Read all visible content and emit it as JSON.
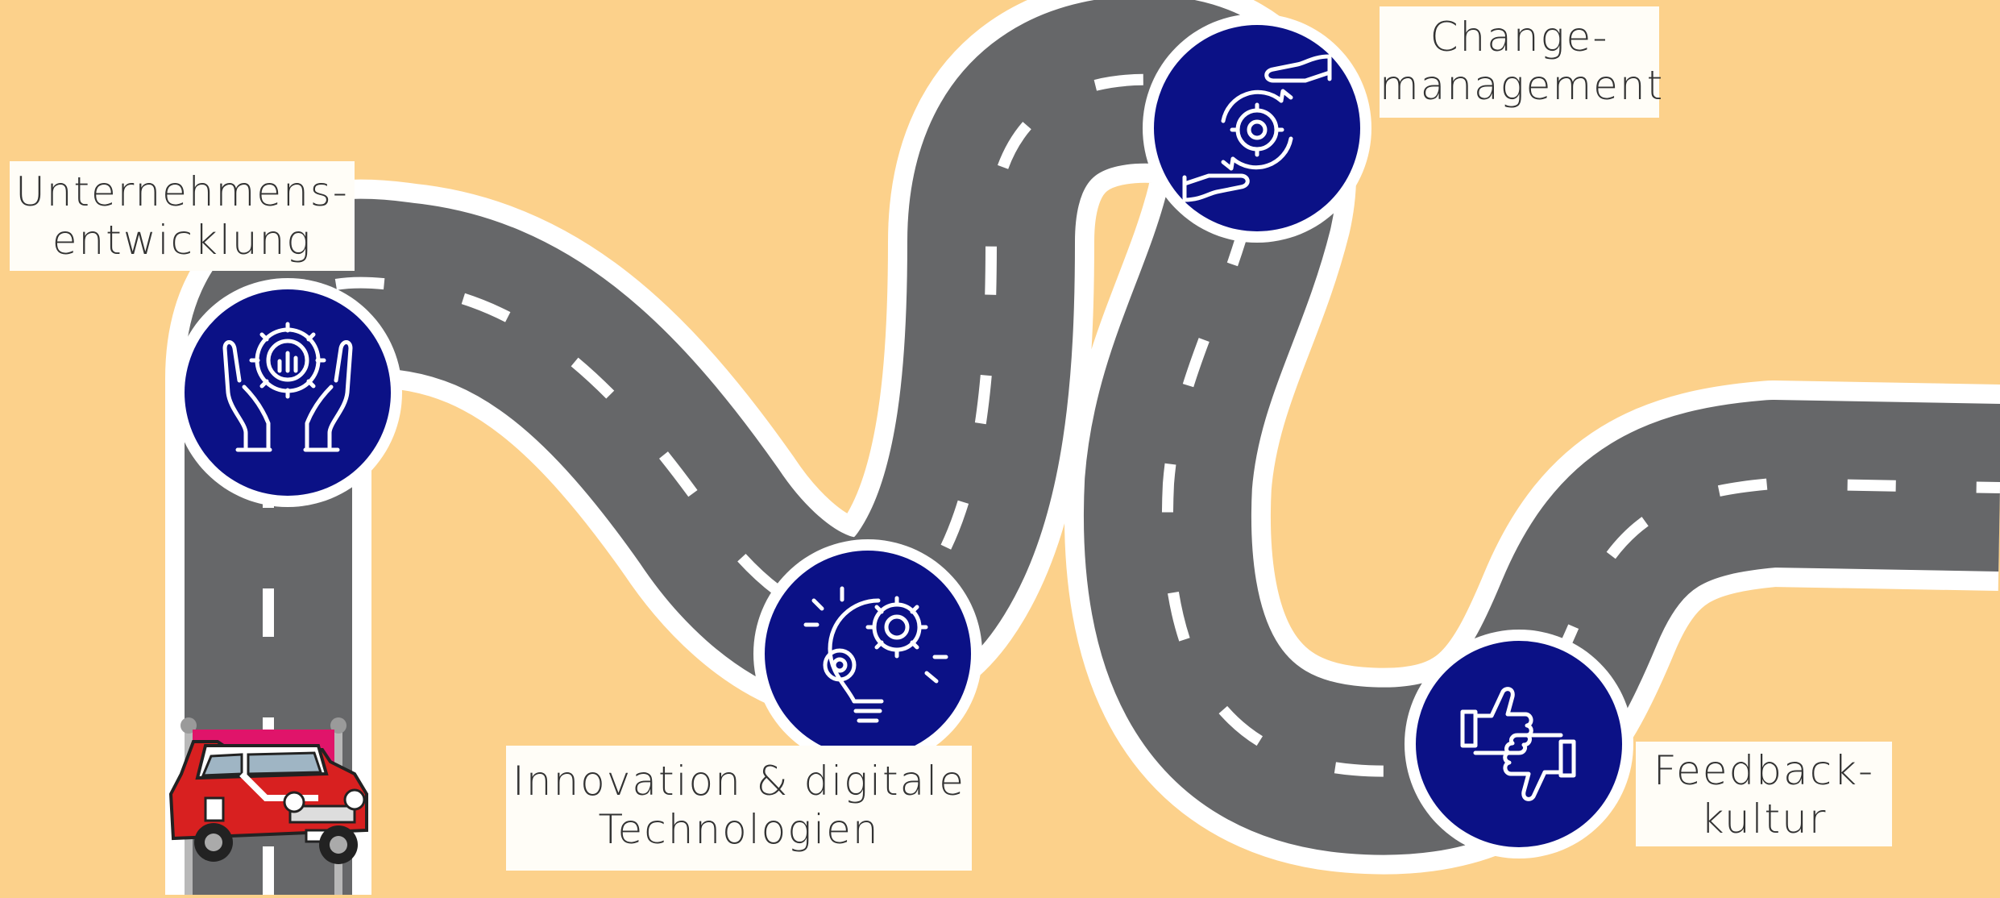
{
  "colors": {
    "background": "#FCD18B",
    "road": "#666769",
    "road_edge": "#FFFFFF",
    "lane_marking": "#FFFFFF",
    "milestone_circle": "#0B1186",
    "label_box": "#FFFDF7",
    "car_body": "#D82020"
  },
  "milestones": [
    {
      "icon": "hands-holding-gear-chart-icon",
      "lines": [
        "Unternehmens-",
        "entwicklung"
      ]
    },
    {
      "icon": "lightbulb-gears-icon",
      "lines": [
        "Innovation & digitale",
        "Technologien"
      ]
    },
    {
      "icon": "hands-gear-cycle-icon",
      "lines": [
        "Change-",
        "management"
      ]
    },
    {
      "icon": "thumbs-up-down-icon",
      "lines": [
        "Feedback-",
        "kultur"
      ]
    }
  ],
  "vehicle": {
    "icon": "red-mini-car-icon"
  }
}
